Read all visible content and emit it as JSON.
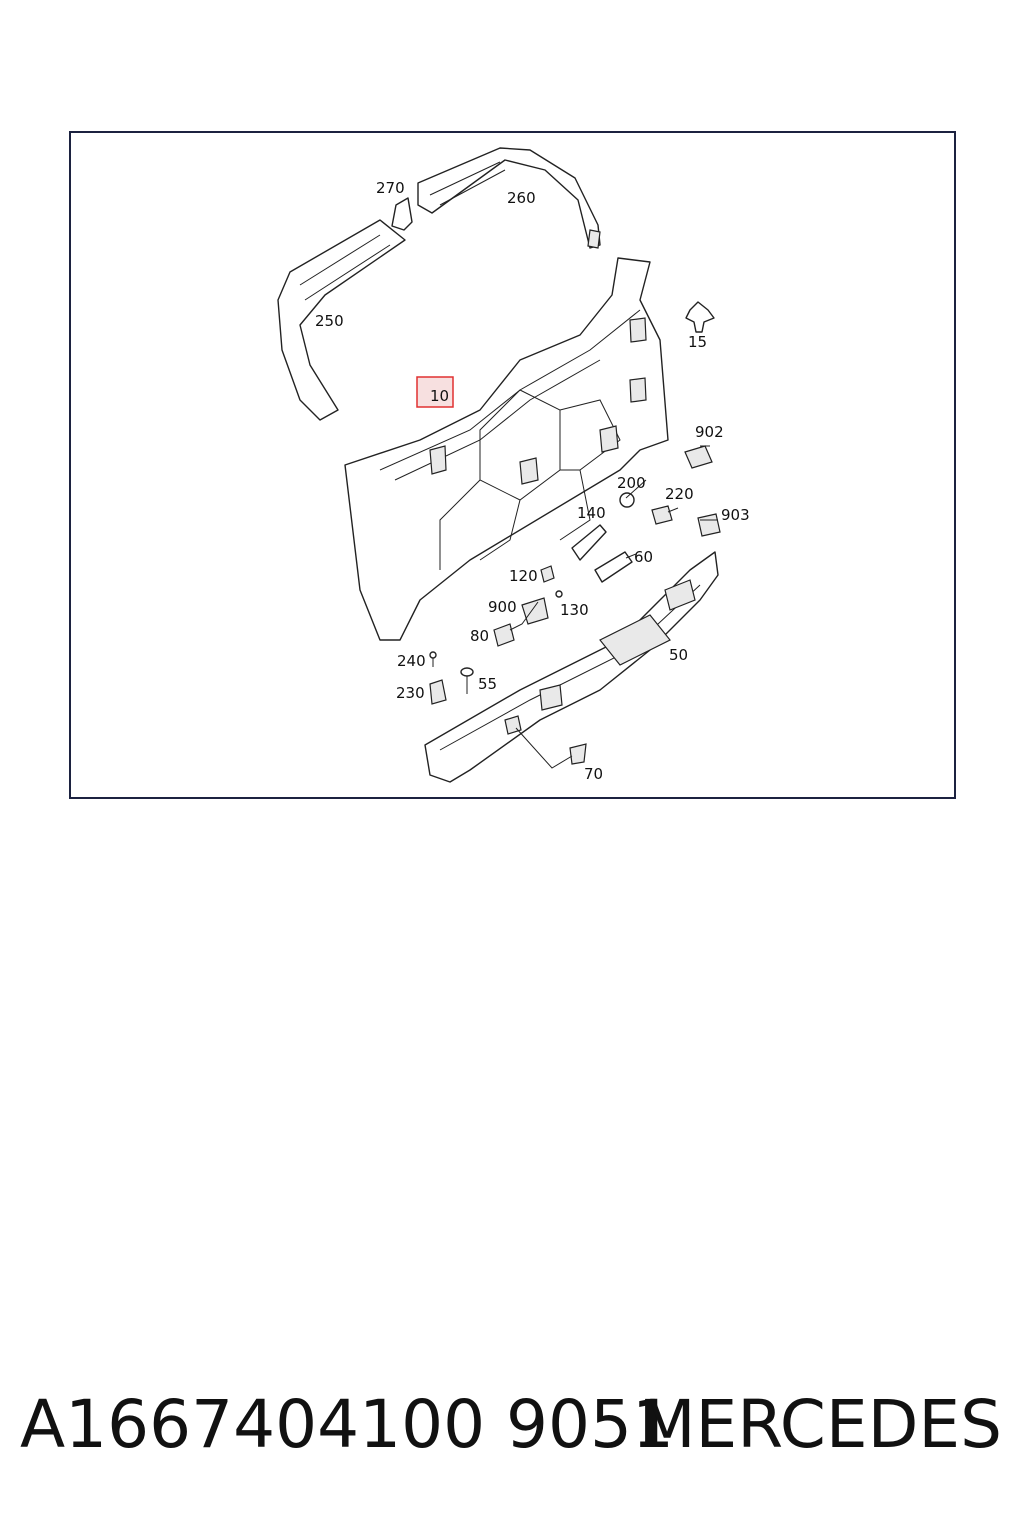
{
  "diagram": {
    "callouts": [
      {
        "id": "c270",
        "label": "270"
      },
      {
        "id": "c260",
        "label": "260"
      },
      {
        "id": "c250",
        "label": "250"
      },
      {
        "id": "c15",
        "label": "15"
      },
      {
        "id": "c10",
        "label": "10"
      },
      {
        "id": "c902",
        "label": "902"
      },
      {
        "id": "c200",
        "label": "200"
      },
      {
        "id": "c220",
        "label": "220"
      },
      {
        "id": "c903",
        "label": "903"
      },
      {
        "id": "c140",
        "label": "140"
      },
      {
        "id": "c60",
        "label": "60"
      },
      {
        "id": "c120",
        "label": "120"
      },
      {
        "id": "c900",
        "label": "900"
      },
      {
        "id": "c130",
        "label": "130"
      },
      {
        "id": "c80",
        "label": "80"
      },
      {
        "id": "c50",
        "label": "50"
      },
      {
        "id": "c240",
        "label": "240"
      },
      {
        "id": "c55",
        "label": "55"
      },
      {
        "id": "c230",
        "label": "230"
      },
      {
        "id": "c70",
        "label": "70"
      }
    ],
    "highlight_color": "#e03030"
  },
  "footer": {
    "part_number": "A1667404100 9051",
    "brand": "MERCEDES"
  }
}
